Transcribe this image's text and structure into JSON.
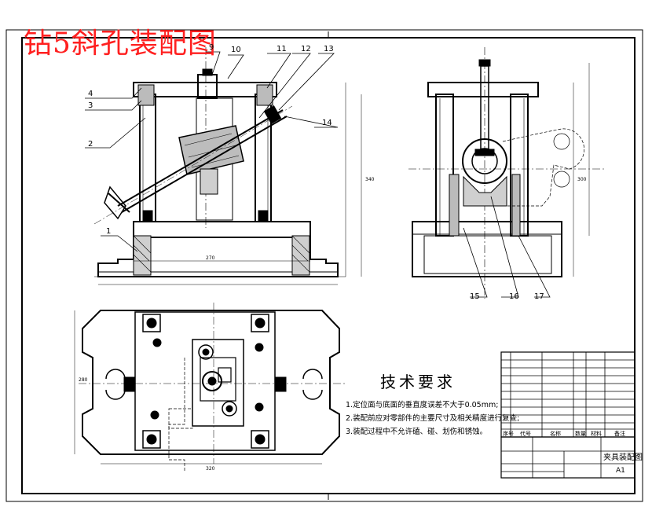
{
  "title": "钻5斜孔装配图",
  "part_numbers": [
    "1",
    "2",
    "3",
    "4",
    "9",
    "10",
    "11",
    "12",
    "13",
    "14",
    "15",
    "16",
    "17"
  ],
  "tech_requirements": {
    "heading": "技术要求",
    "items": [
      "1.定位面与底面的垂直度误差不大于0.05mm;",
      "2.装配前应对零部件的主要尺寸及相关精度进行复查;",
      "3.装配过程中不允许磕、碰、划伤和锈蚀。"
    ]
  },
  "title_block": {
    "drawing_name": "夹具装配图",
    "sheet_size": "A1",
    "header_labels": [
      "序号",
      "代号",
      "名称",
      "数量",
      "材料",
      "备注"
    ]
  },
  "colors": {
    "title": "#ff2020",
    "lines": "#000000"
  }
}
